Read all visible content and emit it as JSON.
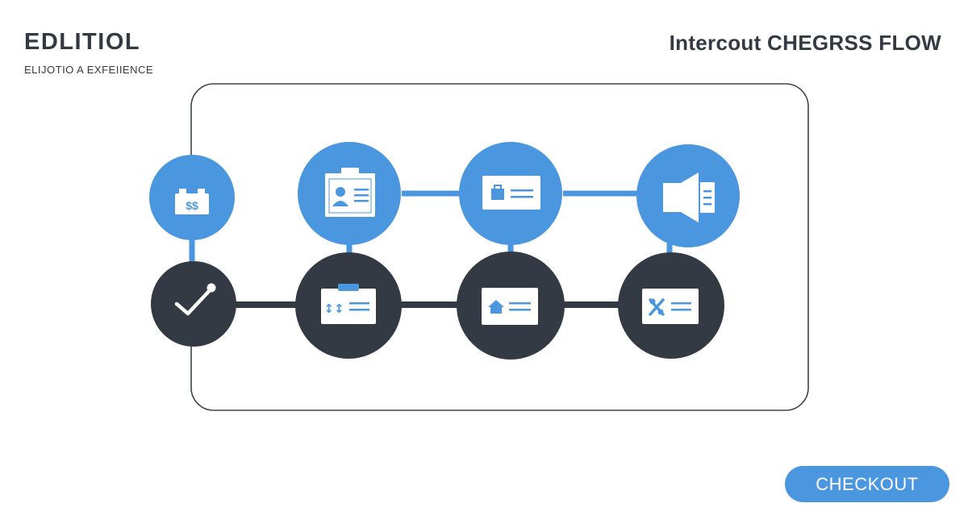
{
  "header": {
    "brand_title": "EDLITIOL",
    "brand_subtitle": "ELIJOTIO A EXFEIIENCE",
    "flow_title": "Intercout CHEGRSS FLOW"
  },
  "flow": {
    "top_steps": [
      {
        "icon": "dollar-card-icon",
        "icon_text": "$$"
      },
      {
        "icon": "id-badge-icon"
      },
      {
        "icon": "briefcase-card-icon"
      },
      {
        "icon": "megaphone-icon"
      }
    ],
    "bottom_steps": [
      {
        "icon": "checkmark-icon"
      },
      {
        "icon": "arrows-card-icon",
        "icon_text": "↕↕"
      },
      {
        "icon": "home-card-icon"
      },
      {
        "icon": "tools-card-icon"
      }
    ]
  },
  "checkout": {
    "label": "CHECKOUT"
  },
  "colors": {
    "blue": "#4a97e0",
    "dark": "#333a44",
    "frame": "#3d4450"
  }
}
